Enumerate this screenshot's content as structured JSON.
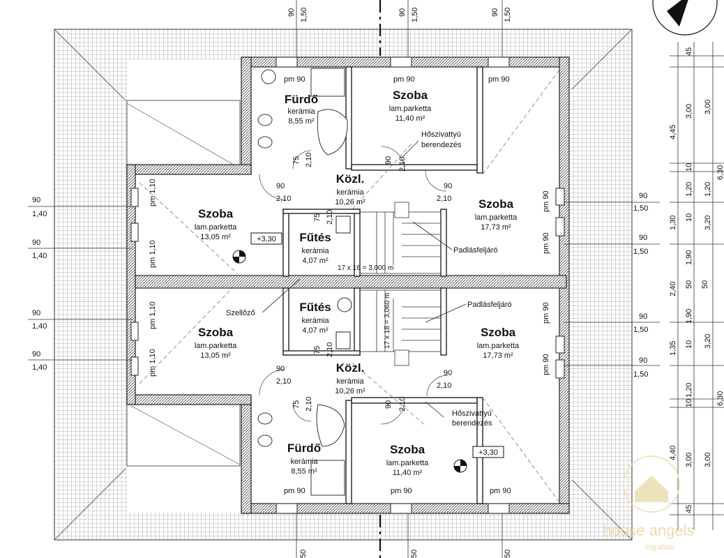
{
  "rooms": {
    "bath_top": {
      "name": "Fürdő",
      "material": "kerámia",
      "area": "8,55 m²"
    },
    "room_top": {
      "name": "Szoba",
      "material": "lam.parketta",
      "area": "11,40 m²"
    },
    "hall_top": {
      "name": "Közl.",
      "material": "kerámia",
      "area": "10,26 m²"
    },
    "room_left_top": {
      "name": "Szoba",
      "material": "lam.parketta",
      "area": "13,05 m²"
    },
    "heat_top": {
      "name": "Fűtés",
      "material": "kerámia",
      "area": "4,07 m²"
    },
    "room_right_top": {
      "name": "Szoba",
      "material": "lam.parketta",
      "area": "17,73 m²"
    },
    "heat_bottom": {
      "name": "Fűtés",
      "material": "kerámia",
      "area": "4,07 m²"
    },
    "room_left_bottom": {
      "name": "Szoba",
      "material": "lam.parketta",
      "area": "13,05 m²"
    },
    "room_right_bottom": {
      "name": "Szoba",
      "material": "lam.parketta",
      "area": "17,73 m²"
    },
    "hall_bottom": {
      "name": "Közl.",
      "material": "kerámia",
      "area": "10,26 m²"
    },
    "bath_bottom": {
      "name": "Fürdő",
      "material": "kerámia",
      "area": "8,55 m²"
    },
    "room_bottom": {
      "name": "Szoba",
      "material": "lam.parketta",
      "area": "11,40 m²"
    }
  },
  "annotations": {
    "heat_pump": [
      "Hőszivattyú",
      "berendezés"
    ],
    "attic_stair": "Padlásfeljáró",
    "vent": "Szellőző",
    "level": "+3,30",
    "stair_top": "17 x 16 = 3,000 m",
    "stair_bottom": "17 x 18 = 3,060 m"
  },
  "openings": {
    "pm90": "pm 90",
    "pm110": "pm 1,10",
    "w90": "90",
    "h210": "2,10",
    "w75": "75",
    "h140": "1,40",
    "h150": "1,50",
    "h50": "50"
  },
  "dimensions": {
    "outer": [
      "4,45",
      "1,30",
      "2,40",
      "1,35",
      "4,40"
    ],
    "inner": [
      "3,00",
      "1,20",
      "1,90",
      "1,90",
      "1,20",
      "3,00"
    ],
    "small": [
      "45",
      "10",
      "10",
      "50",
      "50",
      "10",
      "10",
      "45"
    ],
    "right3": [
      "6,30",
      "3,20",
      "3,20",
      "6,30"
    ]
  },
  "watermark": {
    "line1": "house angels",
    "line2": "ingatlan"
  },
  "colors": {
    "wall": "#333333",
    "roof": "#cfcfcf",
    "watermark": "#e8d9a6"
  }
}
